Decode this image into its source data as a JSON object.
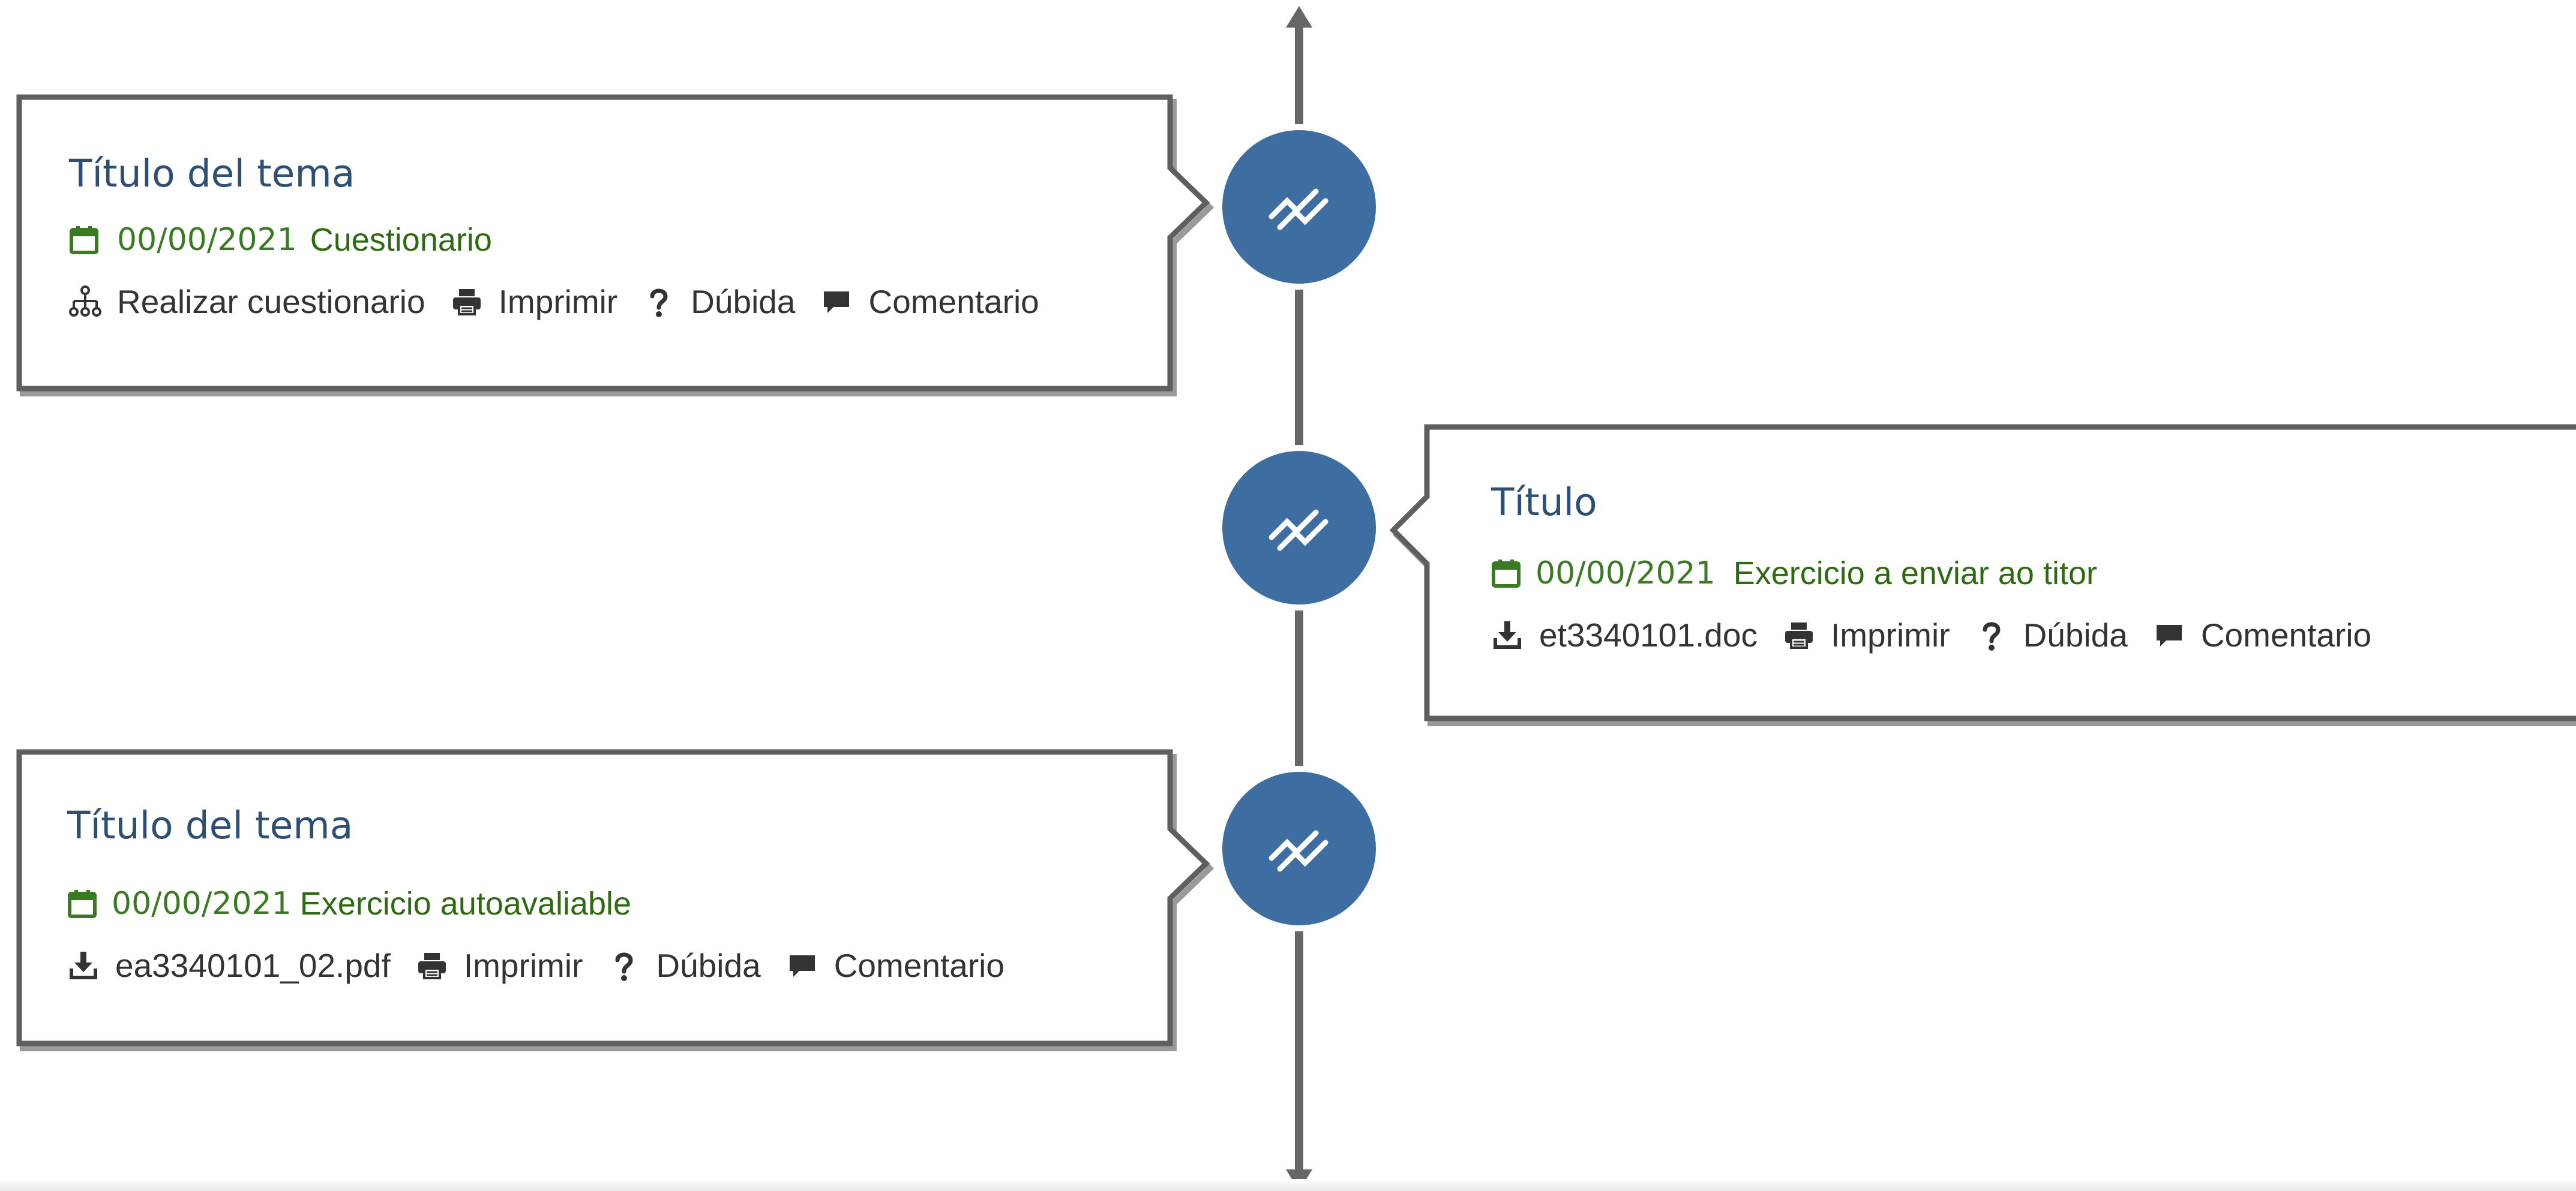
{
  "colors": {
    "node_fill": "#3e6ea1",
    "title": "#2e4f75",
    "date": "#3a7a22",
    "type": "#2d6a12",
    "text": "#333333",
    "frame": "#666666"
  },
  "items": [
    {
      "title": "Título del tema",
      "date": "00/00/2021",
      "type": "Cuestionario",
      "node_icon": "trend-chart-icon",
      "actions": [
        {
          "icon": "sitemap-icon",
          "label": "Realizar cuestionario"
        },
        {
          "icon": "printer-icon",
          "label": "Imprimir"
        },
        {
          "icon": "question-icon",
          "label": "Dúbida"
        },
        {
          "icon": "comment-icon",
          "label": "Comentario"
        }
      ]
    },
    {
      "title": "Título",
      "date": "00/00/2021",
      "type": "Exercicio a enviar ao titor",
      "node_icon": "trend-chart-icon",
      "actions": [
        {
          "icon": "download-icon",
          "label": "et3340101.doc"
        },
        {
          "icon": "printer-icon",
          "label": "Imprimir"
        },
        {
          "icon": "question-icon",
          "label": "Dúbida"
        },
        {
          "icon": "comment-icon",
          "label": "Comentario"
        }
      ]
    },
    {
      "title": "Título del tema",
      "date": "00/00/2021",
      "type": "Exercicio autoavaliable",
      "node_icon": "trend-chart-icon",
      "actions": [
        {
          "icon": "download-icon",
          "label": "ea3340101_02.pdf"
        },
        {
          "icon": "printer-icon",
          "label": "Imprimir"
        },
        {
          "icon": "question-icon",
          "label": "Dúbida"
        },
        {
          "icon": "comment-icon",
          "label": "Comentario"
        }
      ]
    }
  ]
}
